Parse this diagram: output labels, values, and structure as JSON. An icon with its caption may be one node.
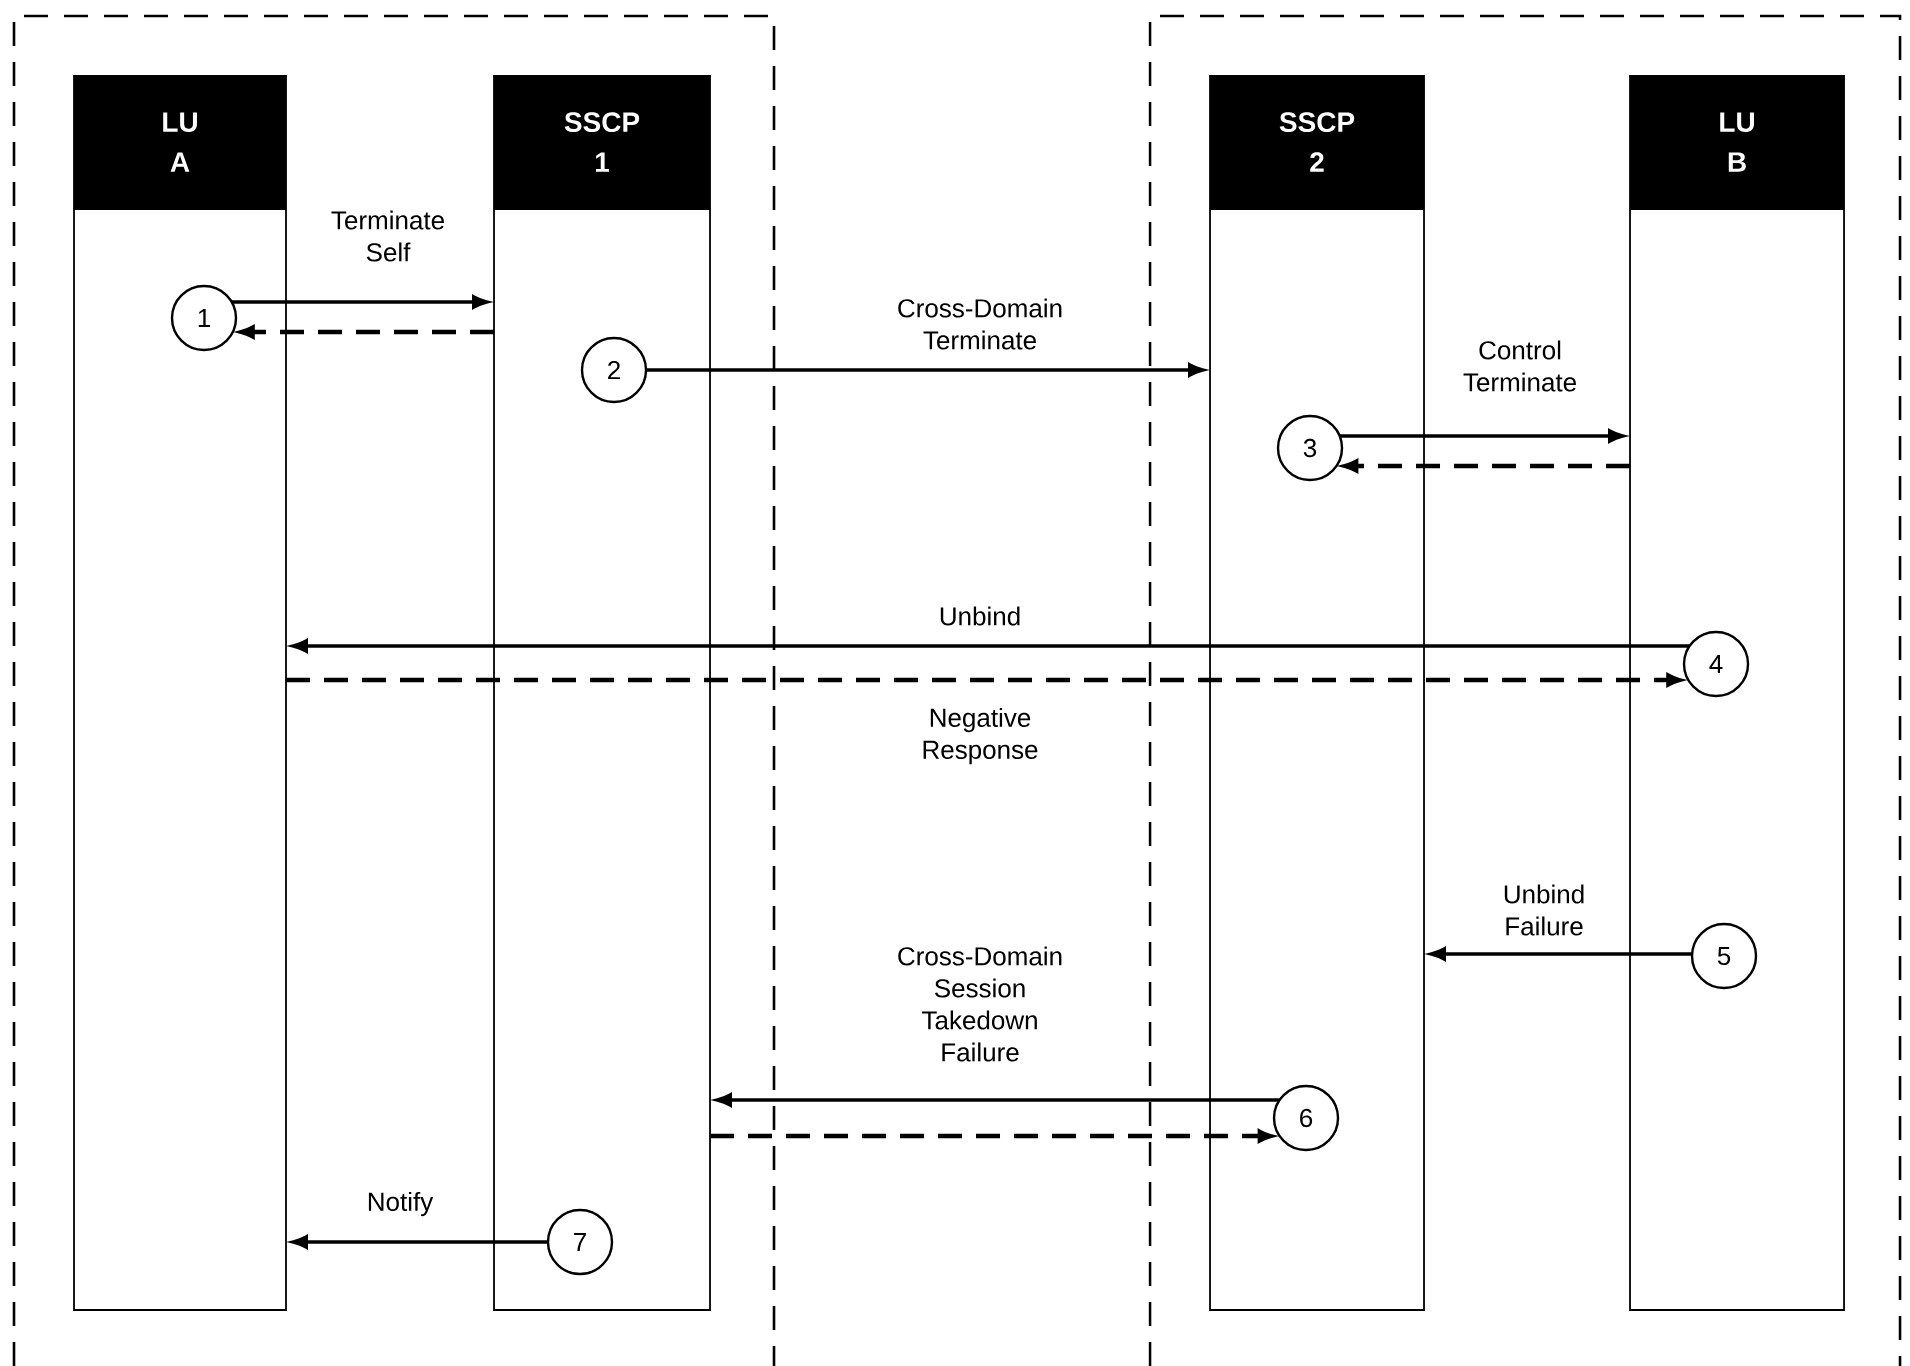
{
  "diagram": {
    "nodes": [
      {
        "text": [],
        "shape": "box"
      },
      {
        "text": [],
        "shape": "box"
      },
      {
        "text": [
          "LU A"
        ],
        "in": 0
      },
      {
        "text": [
          "SSCP 1"
        ],
        "in": 0
      },
      {
        "text": [
          "SSCP 2"
        ],
        "in": 1
      },
      {
        "text": [
          "LU B"
        ],
        "in": 1
      },
      {
        "text": [
          "1"
        ],
        "in": 2
      },
      {
        "text": [
          "2"
        ],
        "in": 3
      },
      {
        "text": [
          "3"
        ],
        "in": 4
      },
      {
        "text": [
          "4"
        ],
        "in": 5
      },
      {
        "text": [
          "5"
        ],
        "in": 5
      },
      {
        "text": [
          "6"
        ],
        "in": 4
      },
      {
        "text": [
          "7"
        ],
        "in": 3
      }
    ],
    "edges": [
      {
        "from": 6,
        "to": 3,
        "arrow": "to",
        "label": "Terminate Self"
      },
      {
        "from": 3,
        "to": 6,
        "arrow": "to",
        "style": "dashed"
      },
      {
        "from": 7,
        "to": 4,
        "arrow": "to",
        "label": "Cross-Domain Terminate"
      },
      {
        "from": 8,
        "to": 5,
        "arrow": "to",
        "label": "Control Terminate"
      },
      {
        "from": 5,
        "to": 8,
        "arrow": "to",
        "style": "dashed"
      },
      {
        "from": 9,
        "to": 2,
        "arrow": "to",
        "label": "Unbind"
      },
      {
        "from": 2,
        "to": 9,
        "arrow": "to",
        "style": "dashed",
        "label": "Negative Response"
      },
      {
        "from": 10,
        "to": 4,
        "arrow": "to",
        "label": "Unbind Failure"
      },
      {
        "from": 11,
        "to": 3,
        "arrow": "to",
        "label": "Cross-Domain Session Takedown Failure"
      },
      {
        "from": 3,
        "to": 11,
        "arrow": "to",
        "style": "dashed"
      },
      {
        "from": 12,
        "to": 2,
        "arrow": "to",
        "label": "Notify"
      }
    ]
  }
}
